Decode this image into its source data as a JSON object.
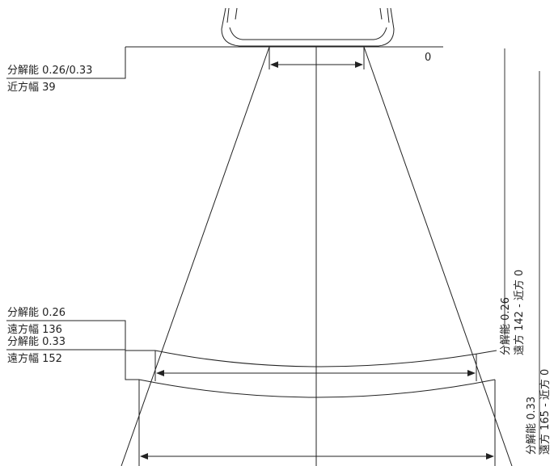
{
  "scanner": {
    "icon": "barcode-scanner-head-icon"
  },
  "labels": {
    "near": {
      "line1": "分解能 0.26/0.33",
      "line2": "近方幅 39"
    },
    "far_026": {
      "line1": "分解能 0.26",
      "line2": "遠方幅 136"
    },
    "far_033": {
      "line1": "分解能 0.33",
      "line2": "遠方幅 152"
    },
    "zero": "0"
  },
  "side_scales": {
    "res_026": {
      "line1": "分解能 0.26",
      "line2": "遠方 142 - 近方 0"
    },
    "res_033": {
      "line1": "分解能 0.33",
      "line2": "遠方 165 - 近方 0"
    }
  },
  "colors": {
    "line": "#222222",
    "scale_bar": "#9a9a9a",
    "background": "#ffffff"
  }
}
